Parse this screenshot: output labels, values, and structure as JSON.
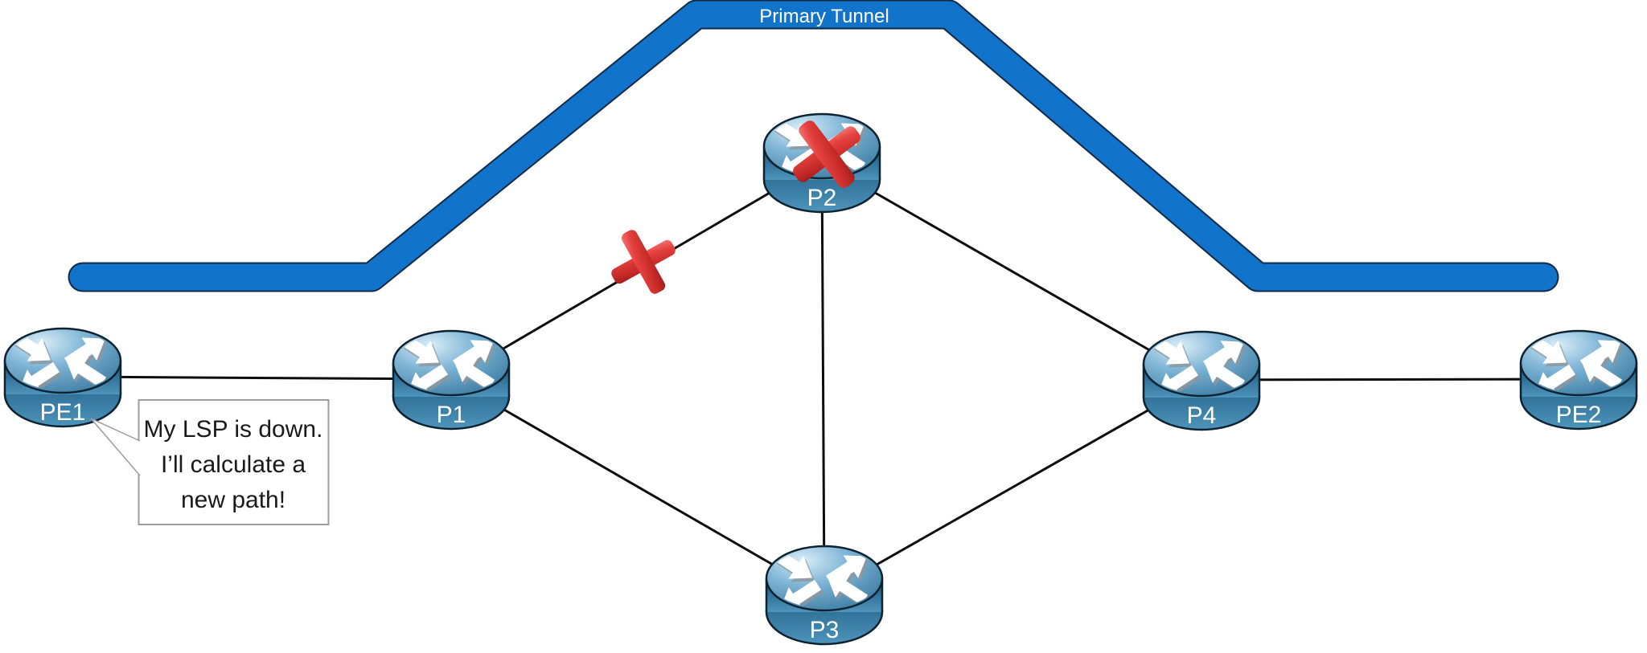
{
  "tunnel": {
    "label": "Primary Tunnel",
    "color": "#1273CB"
  },
  "nodes": [
    {
      "id": "pe1",
      "label": "PE1",
      "type": "router"
    },
    {
      "id": "p1",
      "label": "P1",
      "type": "router"
    },
    {
      "id": "p2",
      "label": "P2",
      "type": "router",
      "status": "failed"
    },
    {
      "id": "p3",
      "label": "P3",
      "type": "router"
    },
    {
      "id": "p4",
      "label": "P4",
      "type": "router"
    },
    {
      "id": "pe2",
      "label": "PE2",
      "type": "router"
    }
  ],
  "links": [
    {
      "from": "PE1",
      "to": "P1"
    },
    {
      "from": "P1",
      "to": "P2",
      "status": "failed"
    },
    {
      "from": "P1",
      "to": "P3"
    },
    {
      "from": "P2",
      "to": "P3"
    },
    {
      "from": "P2",
      "to": "P4"
    },
    {
      "from": "P3",
      "to": "P4"
    },
    {
      "from": "P4",
      "to": "PE2"
    }
  ],
  "callout": {
    "attached_to": "PE1",
    "lines": [
      "My LSP is down.",
      "I’ll calculate a",
      "new path!"
    ]
  },
  "colors": {
    "tunnel_blue": "#1273CB",
    "router_blue": "#2F6F96",
    "failure_red": "#D0312D",
    "link_black": "#0D0D0D",
    "background": "#FFFFFF"
  }
}
